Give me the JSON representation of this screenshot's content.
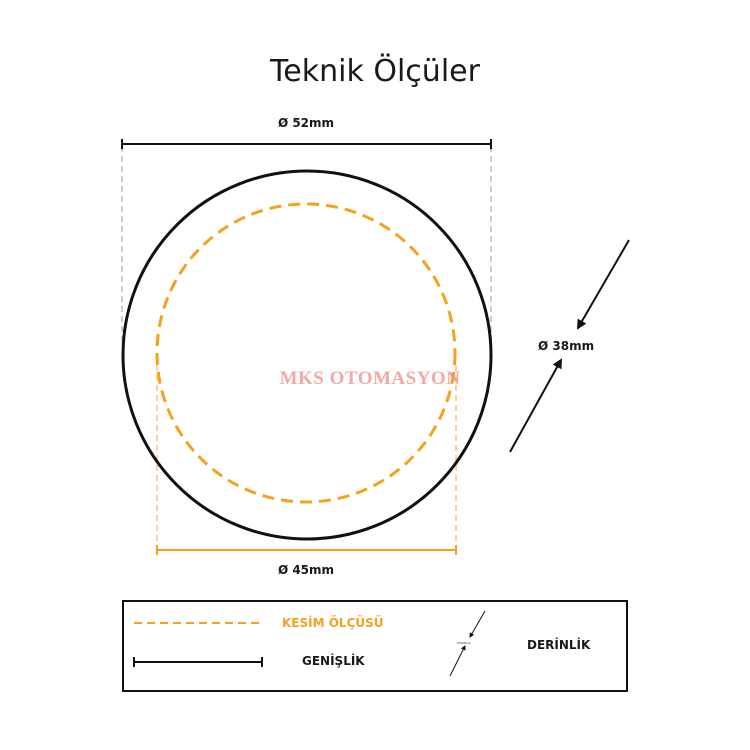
{
  "title": "Teknik Ölçüler",
  "dimensions": {
    "width_label": "Ø 52mm",
    "cut_label": "Ø 45mm",
    "depth_label": "Ø 38mm"
  },
  "watermark": "MKS OTOMASYON",
  "legend": {
    "cut_label": "KESİM ÖLÇÜSÜ",
    "width_label": "GENİŞLİK",
    "depth_label": "DERİNLİK",
    "depth_icon_label": "DERINLIK"
  },
  "colors": {
    "outline": "#111111",
    "cut": "#f5a11e",
    "guide": "#cccccc",
    "cut_guide": "#f9d29a",
    "watermark": "#f08a8a"
  }
}
